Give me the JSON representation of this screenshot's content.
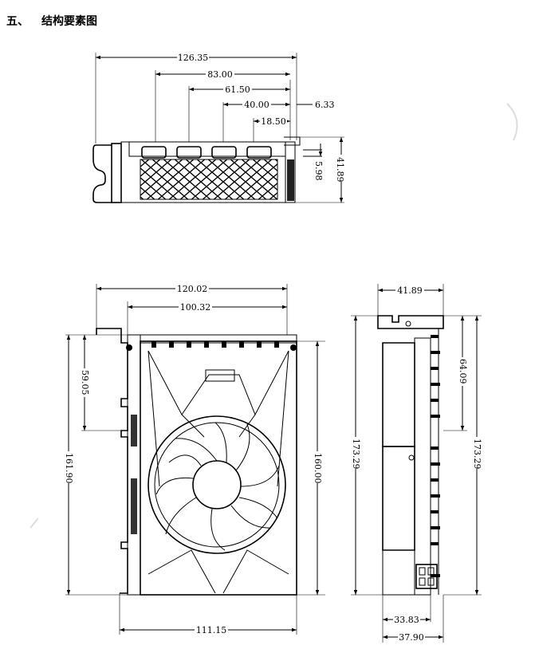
{
  "heading": {
    "number": "五、",
    "title": "结构要素图"
  },
  "top_view": {
    "dims": [
      "126.35",
      "83.00",
      "61.50",
      "40.00",
      "18.50",
      "6.33",
      "5.98",
      "41.89"
    ]
  },
  "front_view": {
    "dims": [
      "120.02",
      "100.32",
      "59.05",
      "161.90",
      "160.00",
      "111.15"
    ]
  },
  "side_view": {
    "dims": [
      "41.89",
      "64.09",
      "173.29",
      "173.29",
      "33.83",
      "37.90"
    ]
  }
}
